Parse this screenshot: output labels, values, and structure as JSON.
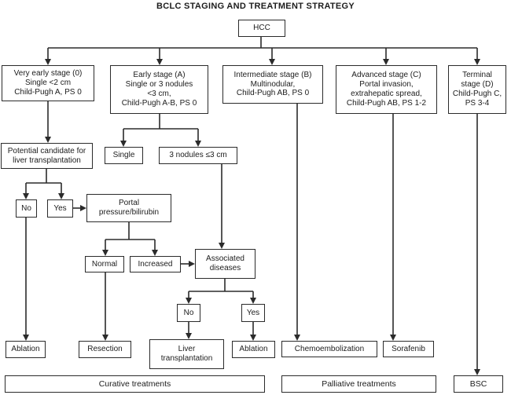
{
  "title": "BCLC STAGING AND TREATMENT STRATEGY",
  "colors": {
    "background": "#ffffff",
    "line": "#2b2b2b",
    "box_border": "#2b2b2b",
    "text": "#1c1c1c"
  },
  "nodes": {
    "hcc": {
      "label": "HCC"
    },
    "stage0": {
      "label": "Very early stage (0)\nSingle <2 cm\nChild-Pugh A, PS 0"
    },
    "stageA": {
      "label": "Early stage (A)\nSingle or 3 nodules\n<3 cm,\nChild-Pugh A-B, PS 0"
    },
    "stageB": {
      "label": "Intermediate stage (B)\nMultinodular,\nChild-Pugh AB, PS 0"
    },
    "stageC": {
      "label": "Advanced stage (C)\nPortal invasion,\nextrahepatic spread,\nChild-Pugh AB, PS 1-2"
    },
    "stageD": {
      "label": "Terminal\nstage (D)\nChild-Pugh C,\nPS 3-4"
    },
    "transplant_candidate": {
      "label": "Potential candidate for\nliver transplantation"
    },
    "single": {
      "label": "Single"
    },
    "three_nodules": {
      "label": "3 nodules ≤3 cm"
    },
    "no_transplant": {
      "label": "No"
    },
    "yes_transplant": {
      "label": "Yes"
    },
    "portal_pressure": {
      "label": "Portal\npressure/bilirubin"
    },
    "normal": {
      "label": "Normal"
    },
    "increased": {
      "label": "Increased"
    },
    "associated_diseases": {
      "label": "Associated\ndiseases"
    },
    "no_diseases": {
      "label": "No"
    },
    "yes_diseases": {
      "label": "Yes"
    },
    "ablation_1": {
      "label": "Ablation"
    },
    "resection": {
      "label": "Resection"
    },
    "liver_transplantation": {
      "label": "Liver\ntransplantation"
    },
    "ablation_2": {
      "label": "Ablation"
    },
    "chemoembolization": {
      "label": "Chemoembolization"
    },
    "sorafenib": {
      "label": "Sorafenib"
    },
    "curative": {
      "label": "Curative treatments"
    },
    "palliative": {
      "label": "Palliative treatments"
    },
    "bsc": {
      "label": "BSC"
    }
  }
}
